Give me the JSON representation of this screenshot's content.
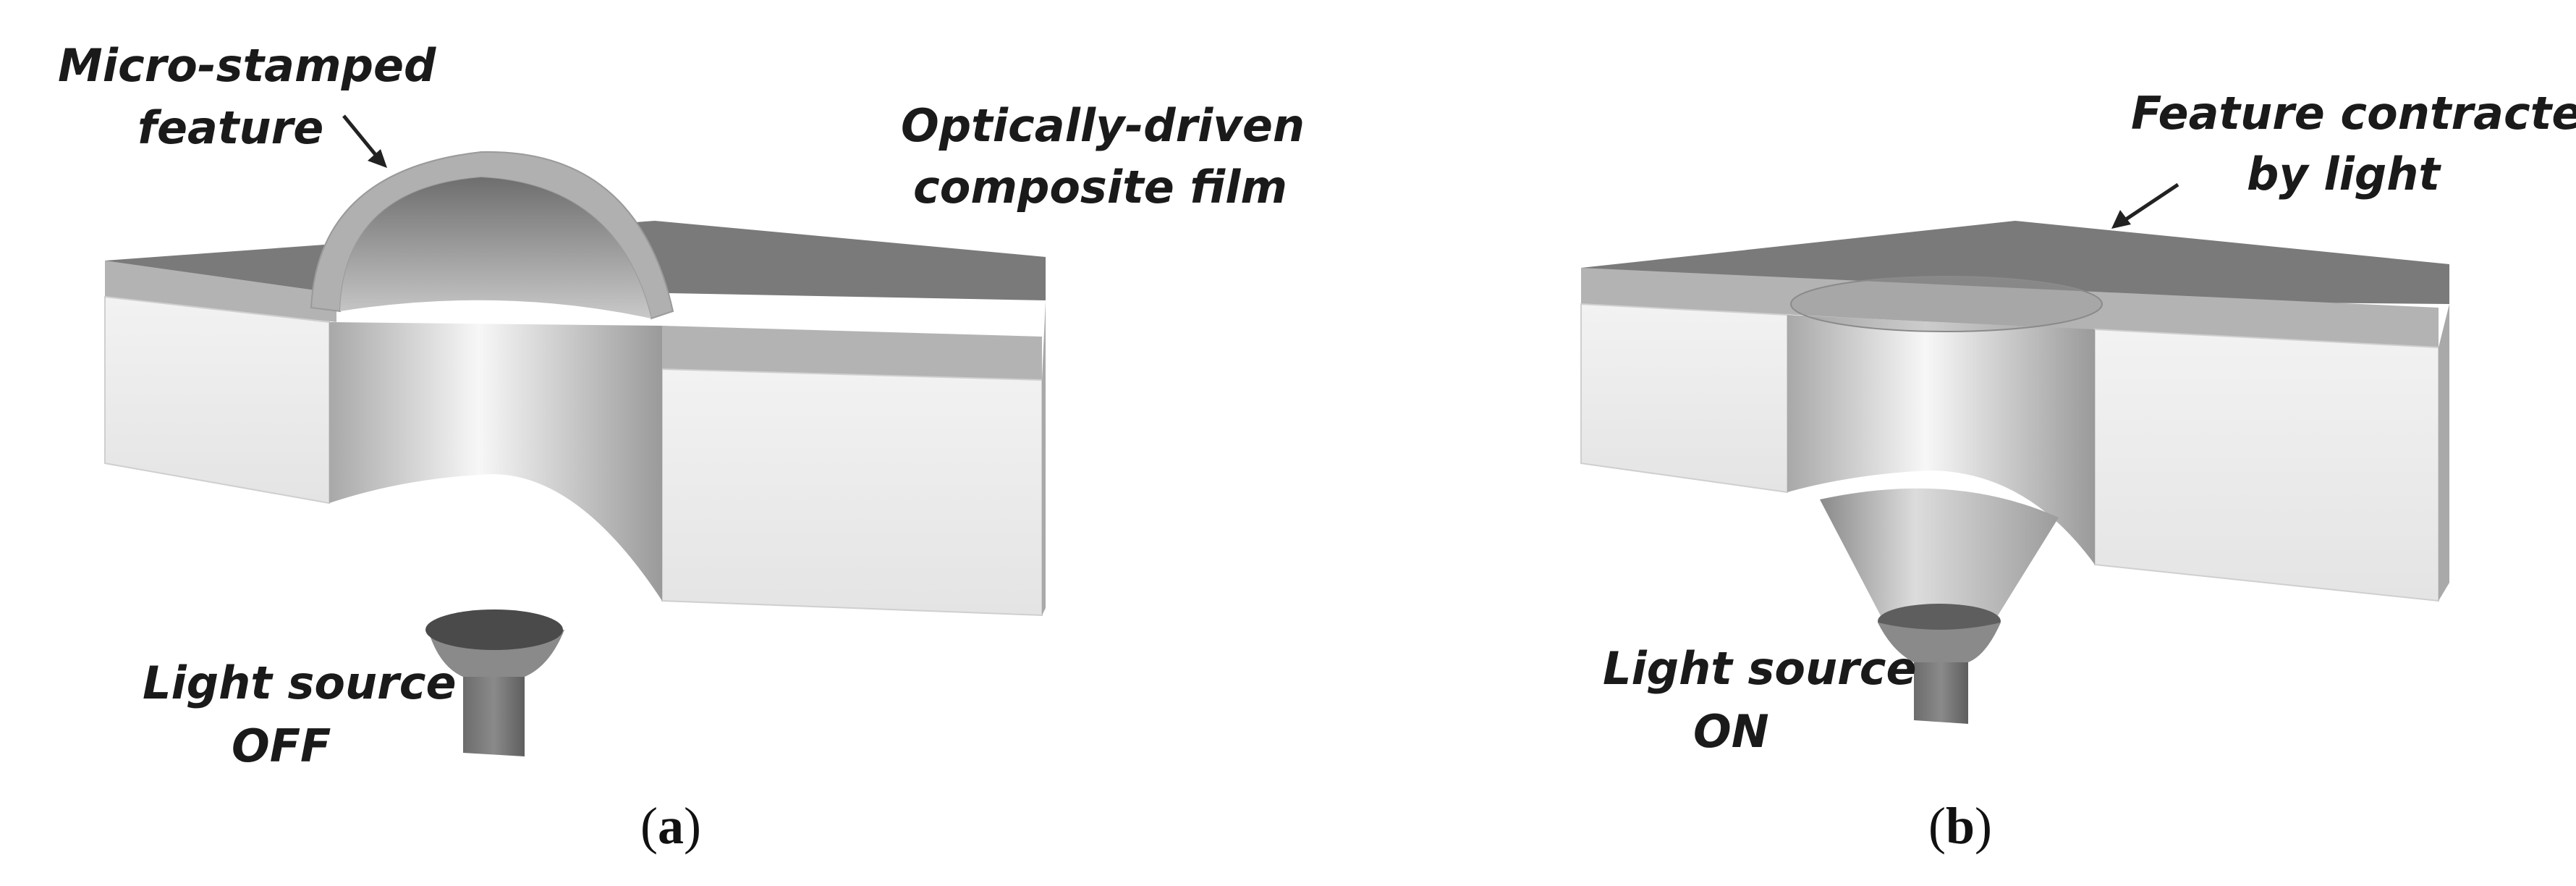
{
  "panel_a": {
    "label_feature": [
      "Micro-stamped",
      "feature"
    ],
    "label_film": [
      "Optically-driven",
      "composite film"
    ],
    "label_light": [
      "Light source",
      "OFF"
    ],
    "caption_open": "(",
    "caption_letter": "a",
    "caption_close": ")"
  },
  "panel_b": {
    "label_contracted": [
      "Feature contracted",
      "by light"
    ],
    "label_light": [
      "Light source",
      "ON"
    ],
    "caption_open": "(",
    "caption_letter": "b",
    "caption_close": ")"
  },
  "colors": {
    "film_top": "#7a7a7a",
    "film_side": "#b8b8b8",
    "block_front": "#ececec",
    "block_side": "#a9a9a9",
    "hole_inner": "#d8d8d8",
    "source_body": "#777777",
    "source_dark": "#4a4a4a"
  }
}
